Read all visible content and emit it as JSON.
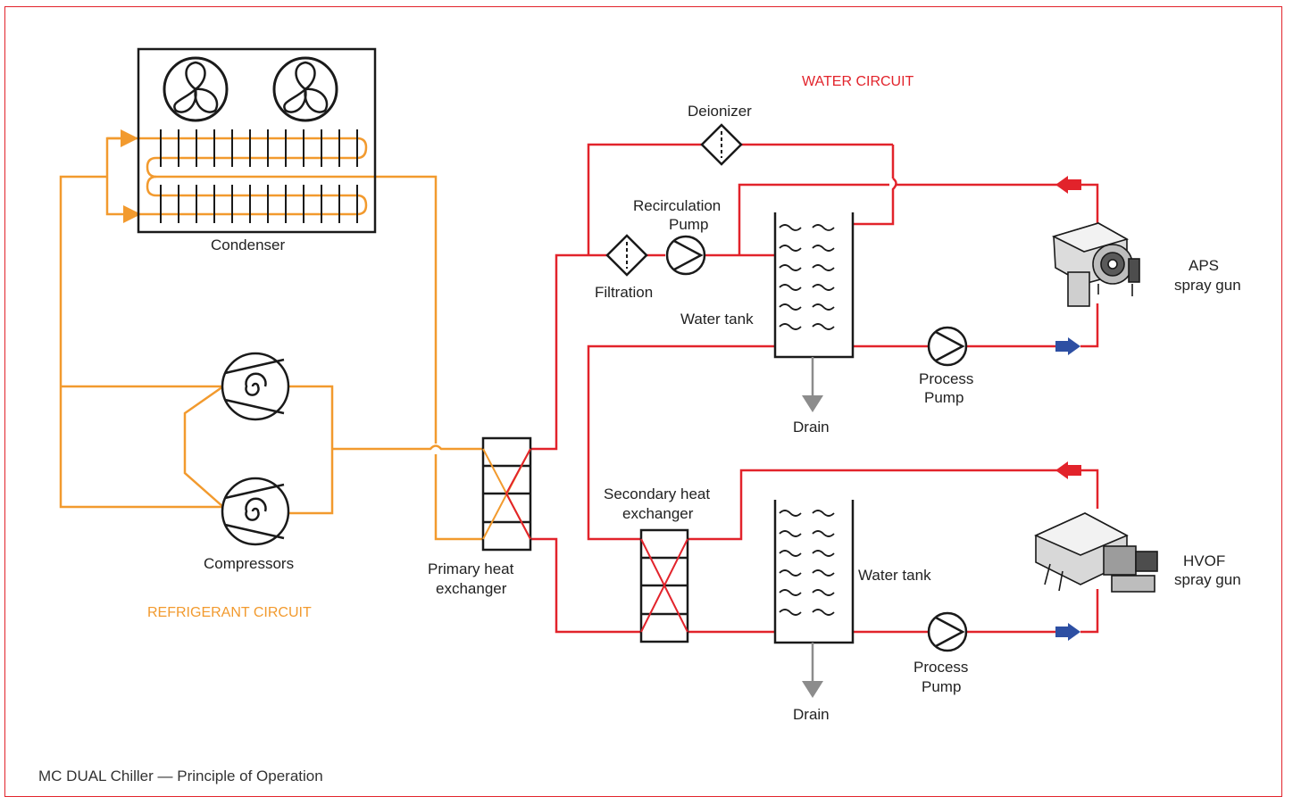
{
  "caption": "MC DUAL Chiller — Principle of Operation",
  "colors": {
    "water_line": "#e2232b",
    "refrigerant_line": "#f29a2e",
    "frame": "#e2232b",
    "outlet_arrow": "#e2232b",
    "inlet_arrow": "#2d4fa3",
    "drain_arrow": "#8c8c8c",
    "equipment": "#1a1a1a"
  },
  "labels": {
    "water_circuit": "WATER CIRCUIT",
    "refrigerant_circuit": "REFRIGERANT CIRCUIT",
    "condenser": "Condenser",
    "compressors": "Compressors",
    "primary_hx_1": "Primary heat",
    "primary_hx_2": "exchanger",
    "secondary_hx_1": "Secondary heat",
    "secondary_hx_2": "exchanger",
    "deionizer": "Deionizer",
    "recirc_pump_1": "Recirculation",
    "recirc_pump_2": "Pump",
    "filtration": "Filtration",
    "water_tank_top": "Water tank",
    "water_tank_bottom": "Water tank",
    "process_pump_top_1": "Process",
    "process_pump_top_2": "Pump",
    "process_pump_bottom_1": "Process",
    "process_pump_bottom_2": "Pump",
    "drain_top": "Drain",
    "drain_bottom": "Drain",
    "aps_1": "APS",
    "aps_2": "spray gun",
    "hvof_1": "HVOF",
    "hvof_2": "spray gun"
  },
  "icons": {
    "fan": "fan-icon",
    "compressor": "scroll-compressor-icon",
    "pump": "pump-icon",
    "filter": "filter-icon",
    "aps_gun": "aps-spray-gun-icon",
    "hvof_gun": "hvof-spray-gun-icon"
  }
}
